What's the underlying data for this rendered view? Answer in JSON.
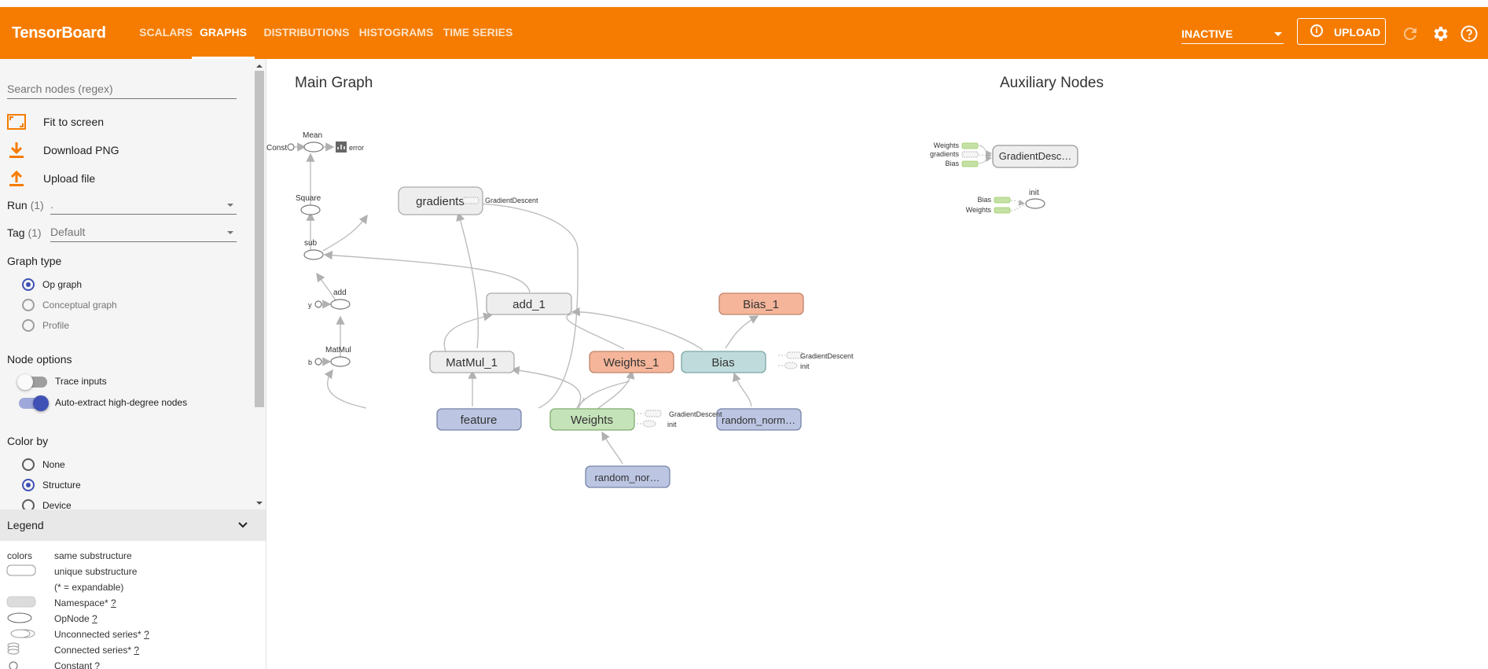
{
  "app": {
    "title": "TensorBoard"
  },
  "tabs": [
    {
      "label": "SCALARS"
    },
    {
      "label": "GRAPHS",
      "active": true
    },
    {
      "label": "DISTRIBUTIONS"
    },
    {
      "label": "HISTOGRAMS"
    },
    {
      "label": "TIME SERIES"
    }
  ],
  "header": {
    "status": "INACTIVE",
    "upload_label": "UPLOAD"
  },
  "colors": {
    "brand": "#f57c00",
    "accent": "#3f51b5"
  },
  "sidebar": {
    "search_placeholder": "Search nodes (regex)",
    "actions": [
      {
        "label": "Fit to screen",
        "icon": "fit-screen-icon"
      },
      {
        "label": "Download PNG",
        "icon": "download-icon"
      },
      {
        "label": "Upload file",
        "icon": "upload-icon"
      }
    ],
    "run": {
      "label": "Run",
      "count": "(1)",
      "value": "."
    },
    "tag": {
      "label": "Tag",
      "count": "(1)",
      "value": "Default"
    },
    "graph_type": {
      "title": "Graph type",
      "options": [
        "Op graph",
        "Conceptual graph",
        "Profile"
      ],
      "selected": "Op graph"
    },
    "node_options": {
      "title": "Node options",
      "toggles": [
        {
          "label": "Trace inputs",
          "on": false
        },
        {
          "label": "Auto-extract high-degree nodes",
          "on": true
        }
      ]
    },
    "color_by": {
      "title": "Color by",
      "options": [
        "None",
        "Structure",
        "Device"
      ],
      "selected": "Structure"
    }
  },
  "legend": {
    "title": "Legend",
    "colors_label": "colors",
    "same_substructure": "same substructure",
    "unique_substructure": "unique substructure",
    "expandable_note": "(* = expandable)",
    "namespace": "Namespace*",
    "opnode": "OpNode",
    "unconnected": "Unconnected series*",
    "connected": "Connected series*",
    "constant": "Constant",
    "help": "?"
  },
  "main_graph": {
    "title": "Main Graph",
    "nodes": {
      "gradients": "gradients",
      "add_1": "add_1",
      "matmul_1": "MatMul_1",
      "weights_1": "Weights_1",
      "bias_1": "Bias_1",
      "bias": "Bias",
      "feature": "feature",
      "weights": "Weights",
      "random_norm_a": "random_norm…",
      "random_norm_b": "random_nor…"
    },
    "ops": {
      "mean": "Mean",
      "square": "Square",
      "sub": "sub",
      "add": "add",
      "matmul": "MatMul",
      "const": "Const",
      "y": "y",
      "b": "b",
      "error": "error"
    },
    "aux": {
      "gradient_descent": "GradientDescent",
      "init": "init"
    }
  },
  "aux_graph": {
    "title": "Auxiliary Nodes",
    "gradient_desc": "GradientDesc…",
    "init": "init",
    "inputs_gd": [
      "Weights",
      "gradients",
      "Bias"
    ],
    "inputs_init": [
      "Bias",
      "Weights"
    ]
  }
}
